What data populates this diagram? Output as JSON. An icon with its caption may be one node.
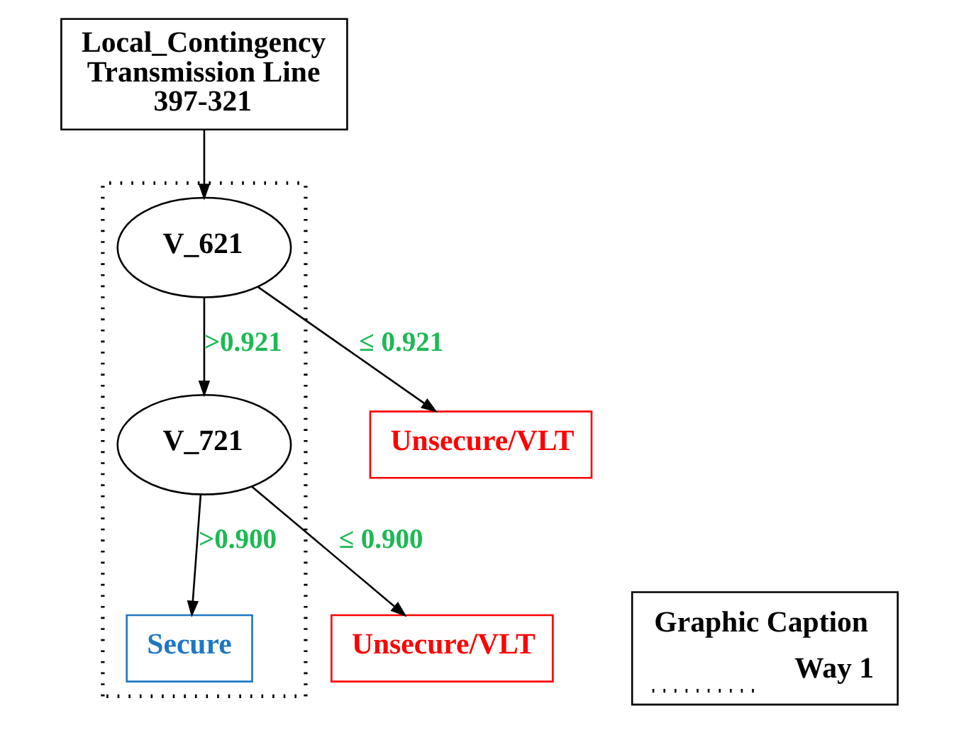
{
  "diagram": {
    "nodes": [
      {
        "text": [
          "Local_Contingency Transmission Line 397-321"
        ]
      },
      {
        "text": [],
        "shape": "polygon"
      },
      {
        "text": [
          "V_621"
        ],
        "in": 1
      },
      {
        "text": [
          "Unsecure/VLT"
        ]
      },
      {
        "text": [
          "V_721"
        ],
        "in": 1
      },
      {
        "text": [
          "Unsecure/VLT"
        ]
      },
      {
        "text": [
          "Secure"
        ],
        "in": 1
      },
      {
        "text": [
          "Graphic Caption"
        ]
      }
    ],
    "edges": [
      {
        "from": 0,
        "to": 2,
        "arrow": "to"
      },
      {
        "from": 2,
        "to": 3,
        "arrow": "to",
        "label": "≤ 0.921"
      },
      {
        "from": 2,
        "to": 4,
        "arrow": "to",
        "label": ">0.921"
      },
      {
        "from": 4,
        "to": 5,
        "arrow": "to",
        "label": "≤ 0.900"
      },
      {
        "from": 4,
        "to": 6,
        "arrow": "to",
        "label": ">0.900"
      }
    ],
    "legend": [
      {
        "text": "Way 1"
      }
    ]
  }
}
